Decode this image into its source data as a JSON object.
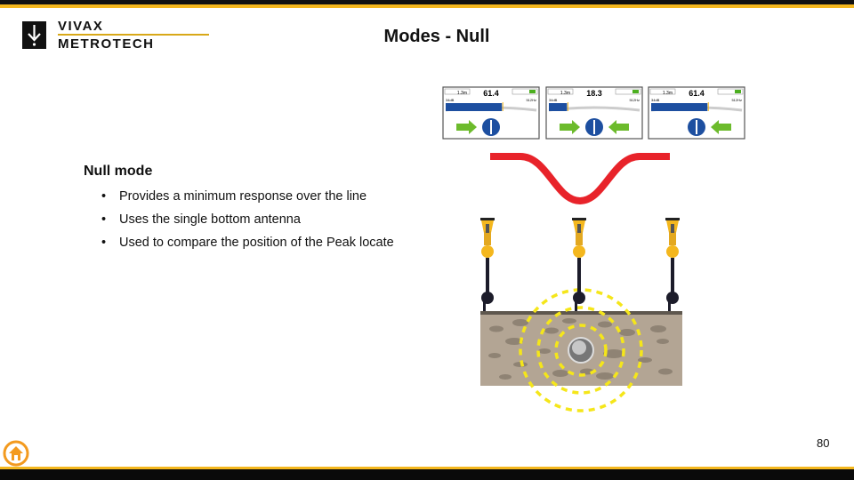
{
  "brand": {
    "line1": "VIVAX",
    "line2": "METROTECH"
  },
  "title": "Modes - Null",
  "section": {
    "heading": "Null mode",
    "bullets": [
      "Provides a minimum response over the line",
      "Uses the single bottom antenna",
      "Used to compare the position of the Peak locate"
    ]
  },
  "screens": [
    {
      "depth": "1.3m",
      "reading": "61.4",
      "gain": "34dB",
      "freq": "512Hz",
      "bar_level": 0.62,
      "arrows": "right"
    },
    {
      "depth": "1.3m",
      "reading": "18.3",
      "gain": "34dB",
      "freq": "512Hz",
      "bar_level": 0.2,
      "arrows": "both"
    },
    {
      "depth": "1.3m",
      "reading": "61.4",
      "gain": "34dB",
      "freq": "512Hz",
      "bar_level": 0.62,
      "arrows": "left"
    }
  ],
  "page_number": "80",
  "colors": {
    "accent": "#f4b71e",
    "response_curve": "#e8232a",
    "field": "#f5e61a",
    "soil": "#b3a594",
    "arrow": "#6cbb2c",
    "compass": "#1d4fa0"
  },
  "icons": {
    "home": "home-icon"
  }
}
